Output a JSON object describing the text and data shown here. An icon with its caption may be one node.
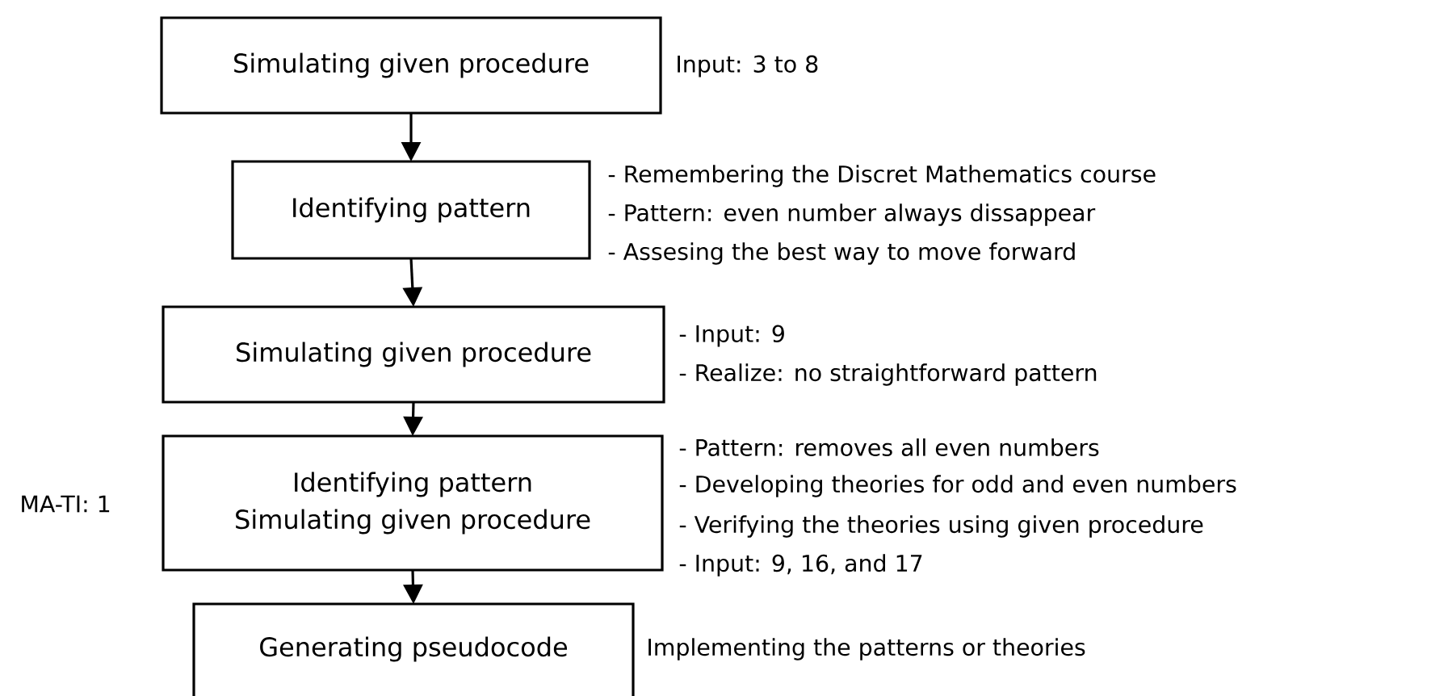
{
  "diagram": {
    "nodes": [
      {
        "text": [
          "Simulating given procedure"
        ],
        "beside": [
          "Input: 3 to 8"
        ]
      },
      {
        "text": [
          "Identifying pattern"
        ],
        "beside": [
          "- Remembering the Discret Mathematics course",
          "- Pattern: even number always dissappear",
          "- Assesing the best way to move forward"
        ]
      },
      {
        "text": [
          "Simulating given procedure"
        ],
        "beside": [
          "- Input: 9",
          "- Realize: no straightforward pattern"
        ]
      },
      {
        "text": [
          "Identifying pattern",
          "Simulating given procedure"
        ],
        "beside": [
          "- Pattern: removes all even numbers",
          "- Developing theories for odd and even numbers",
          "- Verifying the theories using given procedure",
          "- Input: 9, 16, and 17"
        ]
      },
      {
        "text": [
          "Generating pseudocode"
        ],
        "beside": [
          "Implementing the patterns or theories"
        ]
      }
    ],
    "edges": [
      {
        "from": 0,
        "to": 1,
        "arrow": "to"
      },
      {
        "from": 1,
        "to": 2,
        "arrow": "to"
      },
      {
        "from": 2,
        "to": 3,
        "arrow": "to"
      },
      {
        "from": 3,
        "to": 4,
        "arrow": "to"
      }
    ],
    "labels": [
      "MA-TI: 1"
    ]
  }
}
